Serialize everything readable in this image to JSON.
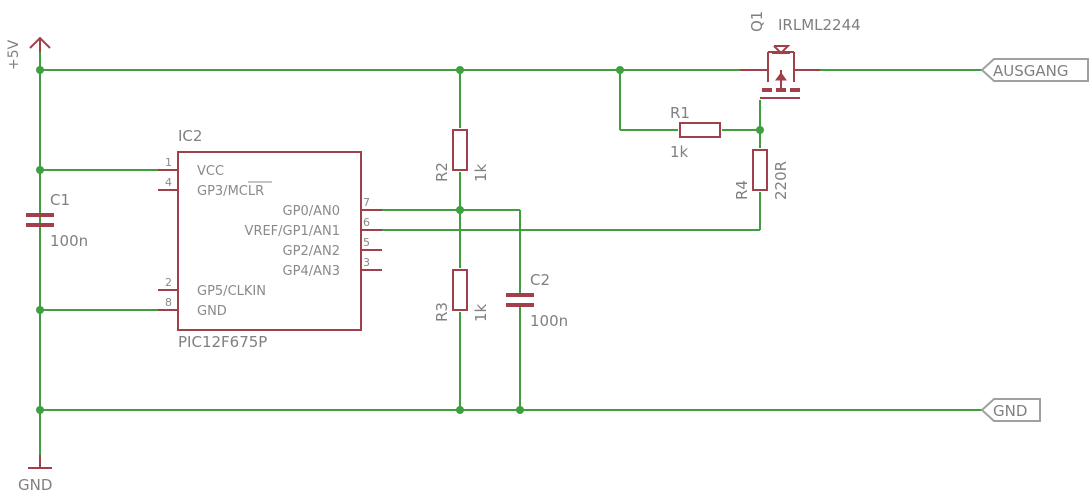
{
  "supplies": {
    "vcc_label": "+5V",
    "gnd_label": "GND"
  },
  "ports": {
    "output": "AUSGANG",
    "ground": "GND"
  },
  "ic": {
    "ref": "IC2",
    "value": "PIC12F675P",
    "left_pins": [
      {
        "num": "1",
        "name": "VCC"
      },
      {
        "num": "4",
        "name": "GP3/MCLR"
      },
      {
        "num": "2",
        "name": "GP5/CLKIN"
      },
      {
        "num": "8",
        "name": "GND"
      }
    ],
    "right_pins": [
      {
        "num": "7",
        "name": "GP0/AN0"
      },
      {
        "num": "6",
        "name": "VREF/GP1/AN1"
      },
      {
        "num": "5",
        "name": "GP2/AN2"
      },
      {
        "num": "3",
        "name": "GP4/AN3"
      }
    ]
  },
  "components": {
    "c1": {
      "ref": "C1",
      "value": "100n"
    },
    "c2": {
      "ref": "C2",
      "value": "100n"
    },
    "r1": {
      "ref": "R1",
      "value": "1k"
    },
    "r2": {
      "ref": "R2",
      "value": "1k"
    },
    "r3": {
      "ref": "R3",
      "value": "1k"
    },
    "r4": {
      "ref": "R4",
      "value": "220R"
    },
    "q1": {
      "ref": "Q1",
      "value": "IRLML2244"
    }
  },
  "colors": {
    "wire": "#3f9f3f",
    "part": "#a0404a",
    "label": "#808080"
  }
}
